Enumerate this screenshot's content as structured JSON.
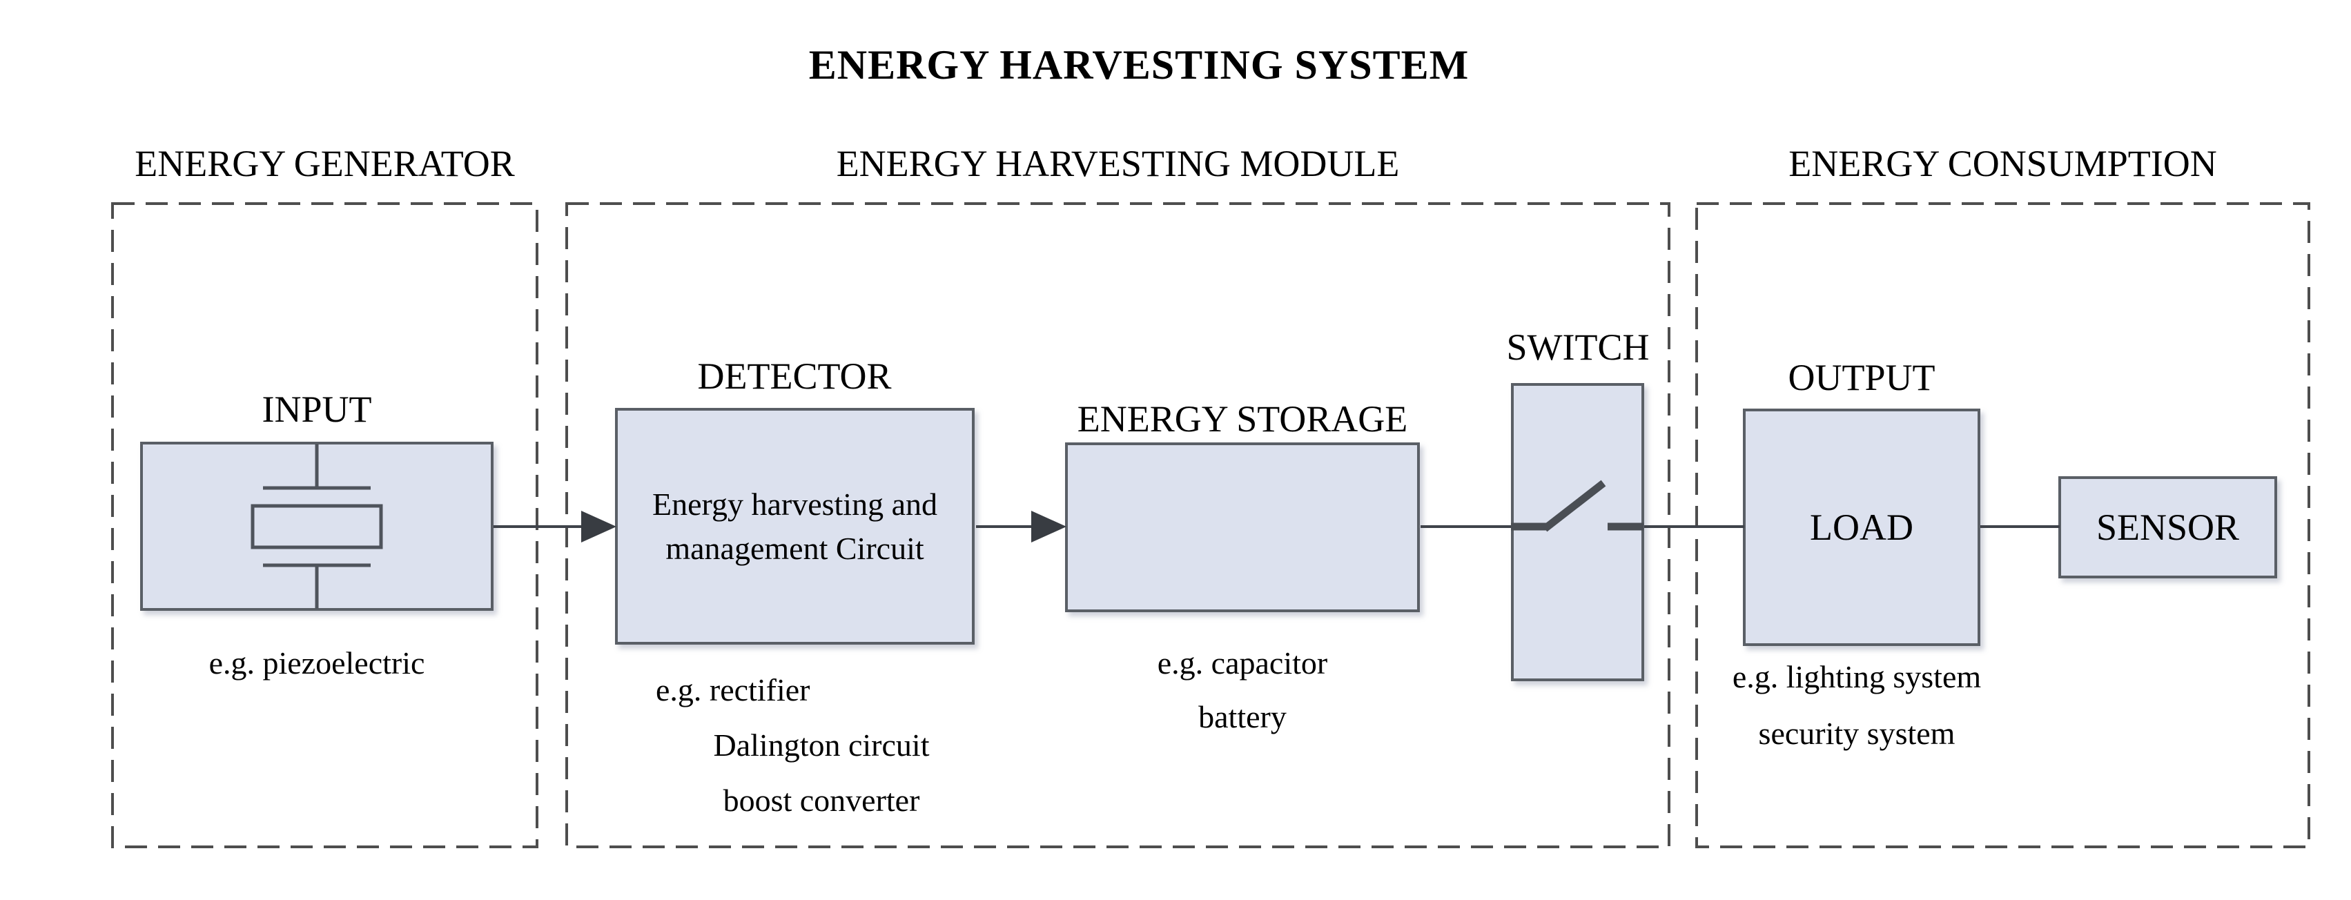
{
  "title": "ENERGY HARVESTING SYSTEM",
  "sections": {
    "generator": {
      "label": "ENERGY GENERATOR"
    },
    "module": {
      "label": "ENERGY HARVESTING MODULE"
    },
    "consumption": {
      "label": "ENERGY CONSUMPTION"
    }
  },
  "blocks": {
    "input": {
      "label": "INPUT",
      "example": "e.g. piezoelectric"
    },
    "detector": {
      "label": "DETECTOR",
      "body": [
        "Energy harvesting and",
        "management Circuit"
      ],
      "examples": [
        "e.g. rectifier",
        "Dalington circuit",
        "boost converter"
      ]
    },
    "storage": {
      "label": "ENERGY STORAGE",
      "examples": [
        "e.g. capacitor",
        "battery"
      ]
    },
    "switch": {
      "label": "SWITCH"
    },
    "output": {
      "label": "OUTPUT",
      "body": "LOAD",
      "examples": [
        "e.g. lighting system",
        "security system"
      ]
    },
    "sensor": {
      "label": "SENSOR"
    }
  },
  "icons": {
    "piezoelectric_symbol": "piezoelectric-transducer",
    "switch_symbol": "open-switch",
    "arrowhead": "filled-right-arrowhead"
  },
  "colors": {
    "background": "#ffffff",
    "box_fill": "#dce1ee",
    "box_border": "#5a5f66",
    "dashed_border": "#4e4e4e",
    "connector": "#3f434a",
    "text": "#000000"
  }
}
